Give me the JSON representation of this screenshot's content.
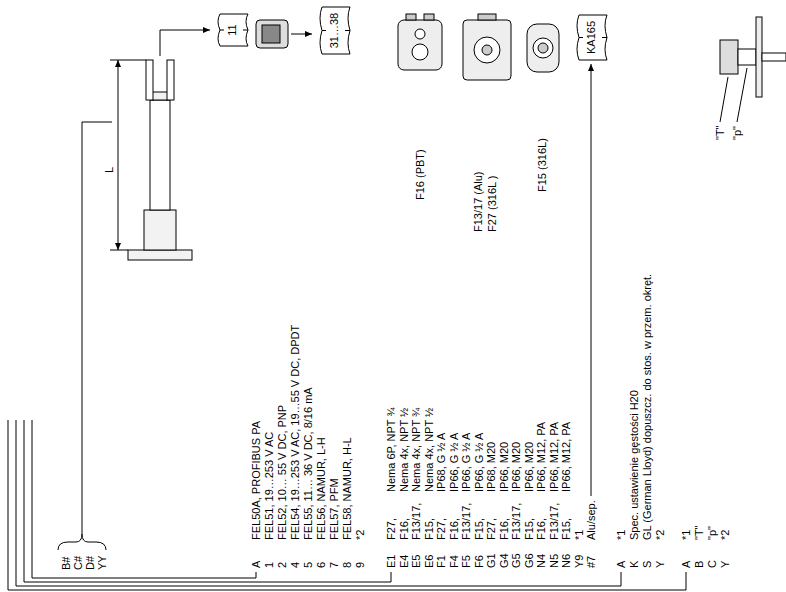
{
  "diagram": {
    "nodes": [
      {
        "text": [
          "11"
        ]
      },
      {
        "text": [
          "31…38"
        ]
      },
      {
        "text": [
          "KA165"
        ]
      }
    ],
    "labels": [
      "B#",
      "C#",
      "D#",
      "YY",
      "L",
      "F16 (PBT)",
      "F13/17 (Alu)",
      "F27 (316L )",
      "F15 (316L)",
      "\"T\"",
      "\"p\"",
      "A",
      "FEL50A, PROFIBUS PA",
      "1",
      "FEL51, 19…253 V AC",
      "2",
      "FEL52, 10… 55 V DC, PNP",
      "4",
      "FEL54, 19…253 V AC, 19…55 V DC, DPDT",
      "5",
      "FEL55, 11… 36 V DC, 8/16 mA",
      "6",
      "FEL56, NAMUR, L-H",
      "7",
      "FEL57, PFM",
      "8",
      "FEL58, NAMUR, H-L",
      "9",
      "*2",
      "E1",
      "F27,",
      "Nema 6P, NPT ¾",
      "E4",
      "F16,",
      "Nema 4x, NPT ½",
      "E5",
      "F13/17,",
      "Nema 4x, NPT ¾",
      "E6",
      "F15,",
      "Nema 4x, NPT ½",
      "F1",
      "F27,",
      "IP68, G ½ A",
      "F4",
      "F16,",
      "IP66, G ½ A",
      "F5",
      "F13/17,",
      "IP66, G ½ A",
      "F6",
      "F15,",
      "IP66, G ½ A",
      "G1",
      "F27,",
      "IP68, M20",
      "G4",
      "F16,",
      "IP66, M20",
      "G5",
      "F13/17,",
      "IP66, M20",
      "G6",
      "F15,",
      "IP66, M20",
      "N4",
      "F16,",
      "IP66, M12, PA",
      "N5",
      "F13/17,",
      "IP66, M12, PA",
      "N6",
      "F15,",
      "IP66, M12, PA",
      "Y9",
      "*1",
      "#7",
      "Alu/sep.",
      "A",
      "*1",
      "K",
      "Spec. ustawienie gęstości H20",
      "S",
      "GL (German Lloyd) dopuszcz. do stos. w przem. okręt.",
      "Y",
      "*2",
      "A",
      "*1",
      "B",
      "\"T\"",
      "C",
      "\"p\"",
      "Y",
      "*2"
    ]
  }
}
